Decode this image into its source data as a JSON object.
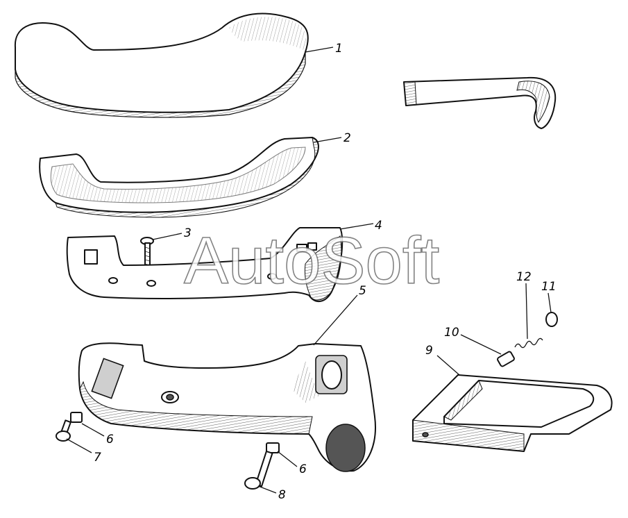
{
  "diagram": {
    "callouts": [
      "1",
      "2",
      "3",
      "4",
      "5",
      "6",
      "6",
      "7",
      "8",
      "9",
      "10",
      "11",
      "12"
    ],
    "watermark": "AutoSoft"
  }
}
